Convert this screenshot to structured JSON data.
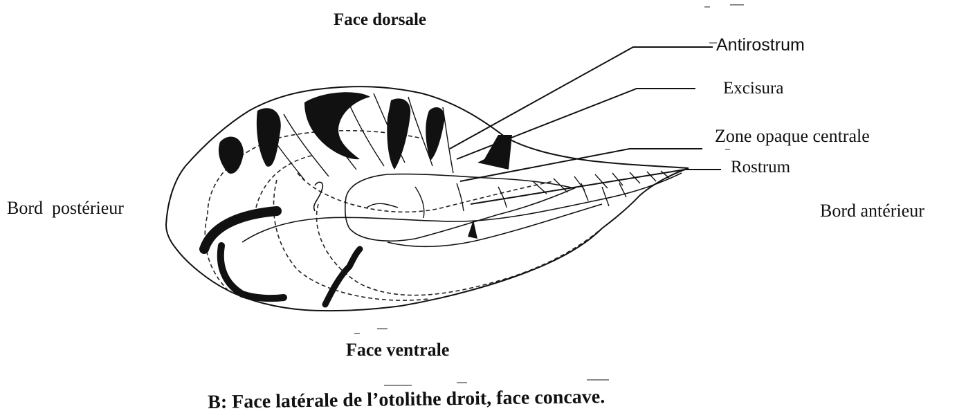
{
  "labels": {
    "face_dorsale": "Face dorsale",
    "face_ventrale": "Face ventrale",
    "bord_posterieur": "Bord  postérieur",
    "bord_anterieur": "Bord antérieur",
    "antirostrum": "Antirostrum",
    "excisura": "Excisura",
    "zone_opaque": "Zone opaque centrale",
    "rostrum": "Rostrum"
  },
  "caption": "B: Face latérale de l’otolithe droit, face concave."
}
